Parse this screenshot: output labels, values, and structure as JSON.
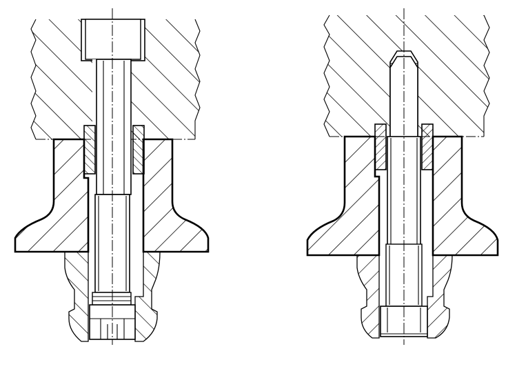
{
  "figure": {
    "views": [
      {
        "id": "left-view",
        "fastener": "socket-head-cap-screw",
        "orientation": "head-up"
      },
      {
        "id": "right-view",
        "fastener": "threaded-stud",
        "orientation": "head-down"
      }
    ],
    "colors": {
      "line": "#000000",
      "background": "#ffffff"
    }
  }
}
